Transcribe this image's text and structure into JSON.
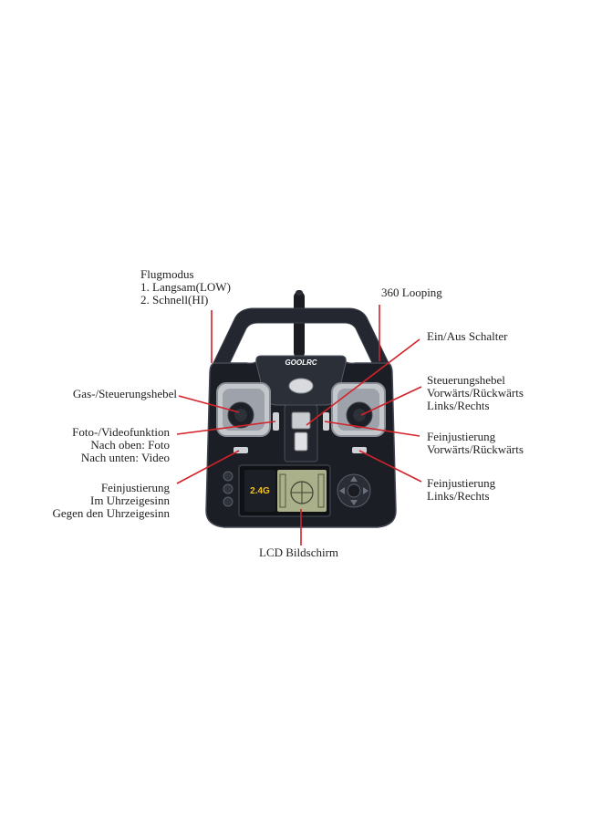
{
  "labels": {
    "flugmodus": [
      "Flugmodus",
      "1. Langsam(LOW)",
      "2. Schnell(HI)"
    ],
    "looping": [
      "360 Looping"
    ],
    "ein_aus": [
      "Ein/Aus Schalter"
    ],
    "gas": [
      "Gas-/Steuerungshebel"
    ],
    "steuerungshebel": [
      "Steuerungshebel",
      "Vorwärts/Rückwärts",
      "Links/Rechts"
    ],
    "foto": [
      "Foto-/Videofunktion",
      "Nach oben: Foto",
      "Nach unten: Video"
    ],
    "fein_vr": [
      "Feinjustierung",
      "Vorwärts/Rückwärts"
    ],
    "fein_uhr": [
      "Feinjustierung",
      "Im Uhrzeigesinn",
      "Gegen den Uhrzeigesinn"
    ],
    "fein_lr": [
      "Feinjustierung",
      "Links/Rechts"
    ],
    "lcd": [
      "LCD Bildschirm"
    ]
  },
  "device": {
    "brand": "GOOLRC",
    "freq": "2.4G"
  },
  "colors": {
    "leader": "#d2232a",
    "body": "#1b1e25",
    "body_edge": "#3a3e48",
    "lcd": "#a9b08a"
  }
}
